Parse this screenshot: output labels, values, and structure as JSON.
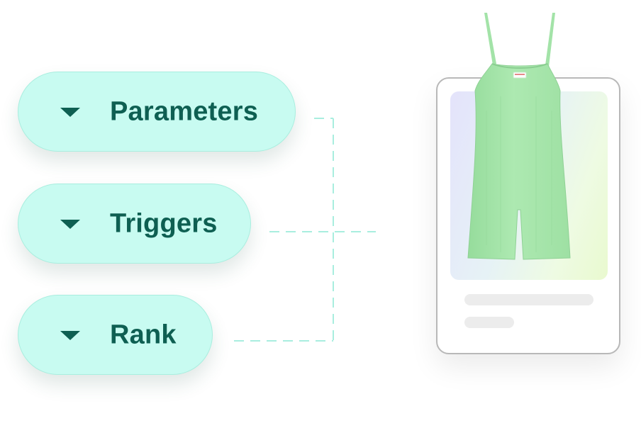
{
  "filters": [
    {
      "label": "Parameters",
      "icon": "caret-down-icon"
    },
    {
      "label": "Triggers",
      "icon": "caret-down-icon"
    },
    {
      "label": "Rank",
      "icon": "caret-down-icon"
    }
  ],
  "product_card": {
    "product": "green-romper-image"
  },
  "colors": {
    "pill_bg": "#c8fbf1",
    "pill_text": "#0e5f52",
    "connector": "#a9eedf",
    "garment": "#a6e6ab"
  }
}
